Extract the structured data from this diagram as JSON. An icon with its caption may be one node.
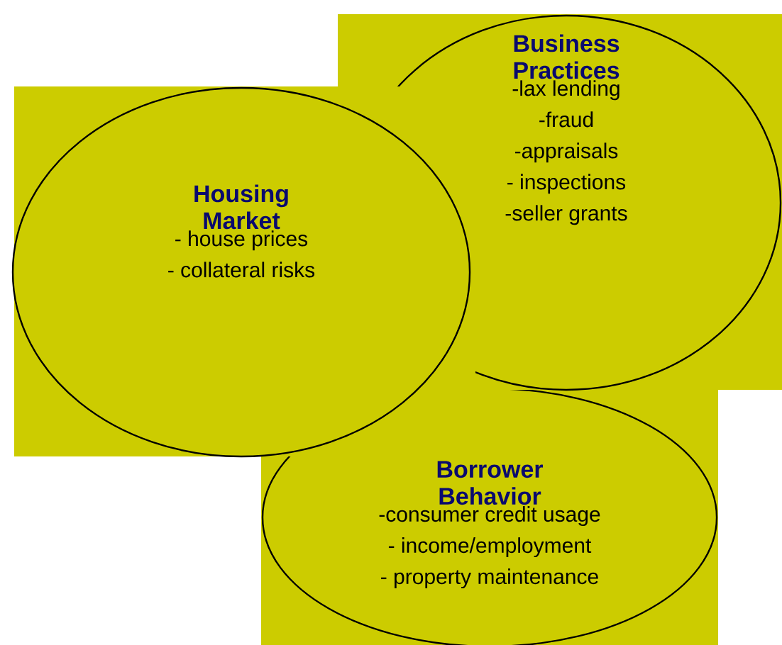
{
  "diagram": {
    "nodes": [
      {
        "text": [
          "Business Practices",
          "-lax lending",
          "-fraud",
          "-appraisals",
          "- inspections",
          "-seller grants"
        ]
      },
      {
        "text": [
          "Housing Market",
          "- house prices",
          "- collateral risks"
        ]
      },
      {
        "text": [
          "Borrower Behavior",
          "-consumer credit usage",
          "- income/employment",
          "- property maintenance"
        ]
      }
    ]
  }
}
